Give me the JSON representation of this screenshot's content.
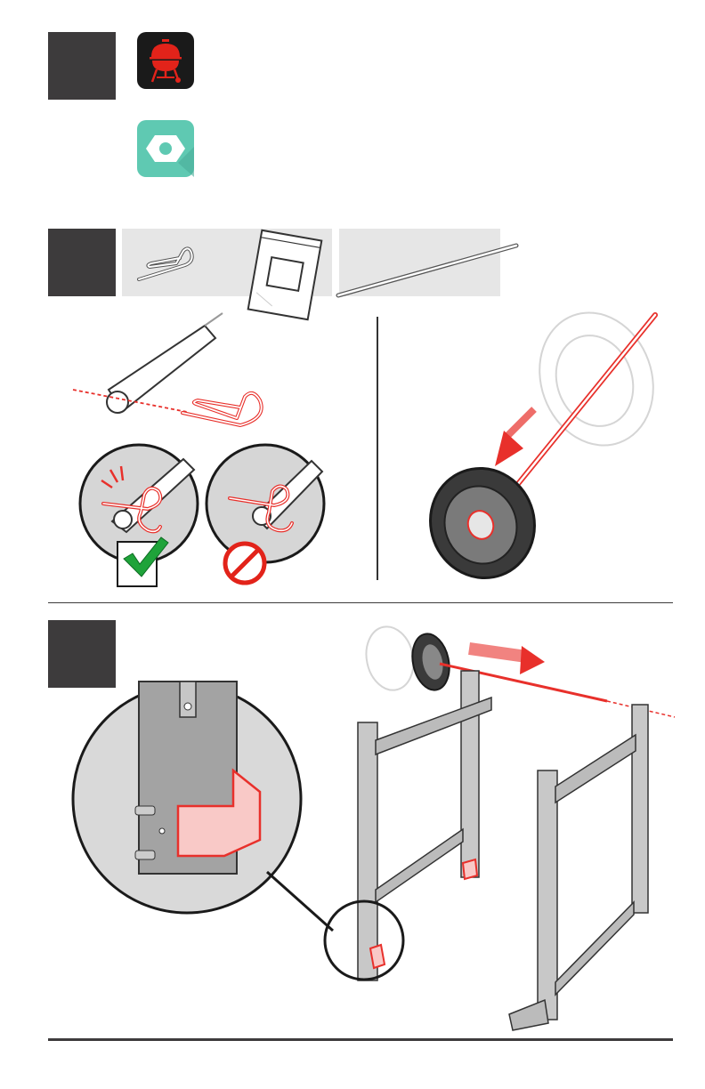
{
  "page": {
    "title": "",
    "steps": [
      {
        "id": "1",
        "label": ""
      },
      {
        "id": "2",
        "label": ""
      },
      {
        "id": "3",
        "label": ""
      }
    ]
  },
  "colors": {
    "step_box": "#3d3b3c",
    "weber_app_bg": "#1a1a1a",
    "weber_red": "#e2231a",
    "hardware_app_bg": "#5fc9b2",
    "panel_grey": "#e6e6e6",
    "accent_red": "#e8302b",
    "check_green": "#1fa33a",
    "prohibit_red": "#e2231a"
  },
  "icons": {
    "weber_app": "weber-grill-app-icon",
    "hardware_app": "hex-nut-app-icon",
    "hair_pin": "hair-pin-cotter-icon",
    "parts_bag": "parts-bag-icon",
    "axle": "axle-rod-icon",
    "correct": "checkmark-icon",
    "incorrect": "prohibited-icon"
  }
}
